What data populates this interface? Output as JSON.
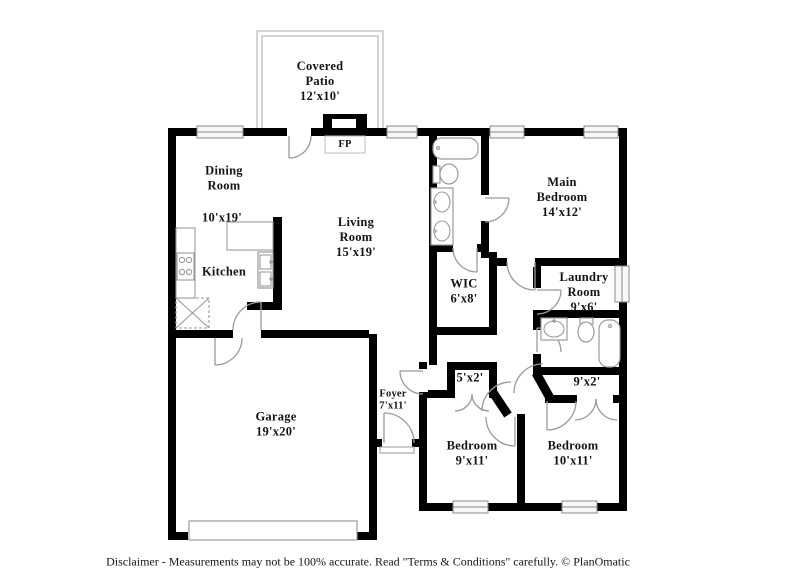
{
  "rooms": [
    {
      "id": "covered-patio",
      "label": "Covered\nPatio\n12'x10'"
    },
    {
      "id": "fireplace",
      "label": "FP"
    },
    {
      "id": "dining-room",
      "label": "Dining\nRoom"
    },
    {
      "id": "dining-room-dims",
      "label": "10'x19'"
    },
    {
      "id": "kitchen",
      "label": "Kitchen"
    },
    {
      "id": "living-room",
      "label": "Living\nRoom\n15'x19'"
    },
    {
      "id": "main-bedroom",
      "label": "Main\nBedroom\n14'x12'"
    },
    {
      "id": "wic",
      "label": "WIC\n6'x8'"
    },
    {
      "id": "laundry-room",
      "label": "Laundry\nRoom\n9'x6'"
    },
    {
      "id": "closet-5x2",
      "label": "5'x2'"
    },
    {
      "id": "closet-9x2",
      "label": "9'x2'"
    },
    {
      "id": "bedroom-9x11",
      "label": "Bedroom\n9'x11'"
    },
    {
      "id": "bedroom-10x11",
      "label": "Bedroom\n10'x11'"
    },
    {
      "id": "garage",
      "label": "Garage\n19'x20'"
    },
    {
      "id": "foyer",
      "label": "Foyer\n7'x11'"
    }
  ],
  "footer": {
    "disclaimer": "Disclaimer - Measurements may not be 100% accurate. Read \"Terms & Conditions\" carefully. © PlanOmatic"
  },
  "fixtures": [
    "bathtub",
    "toilet",
    "double-sink-vanity",
    "sink-vanity",
    "kitchen-sink",
    "stove-cooktop",
    "kitchen-counter",
    "pantry",
    "window",
    "door-swing",
    "garage-door",
    "front-door-threshold",
    "fireplace"
  ],
  "colors": {
    "wall": "#000000",
    "window_fill": "#f7f7f7",
    "outline": "#9a9a9a",
    "text": "#141414",
    "background": "#ffffff"
  }
}
